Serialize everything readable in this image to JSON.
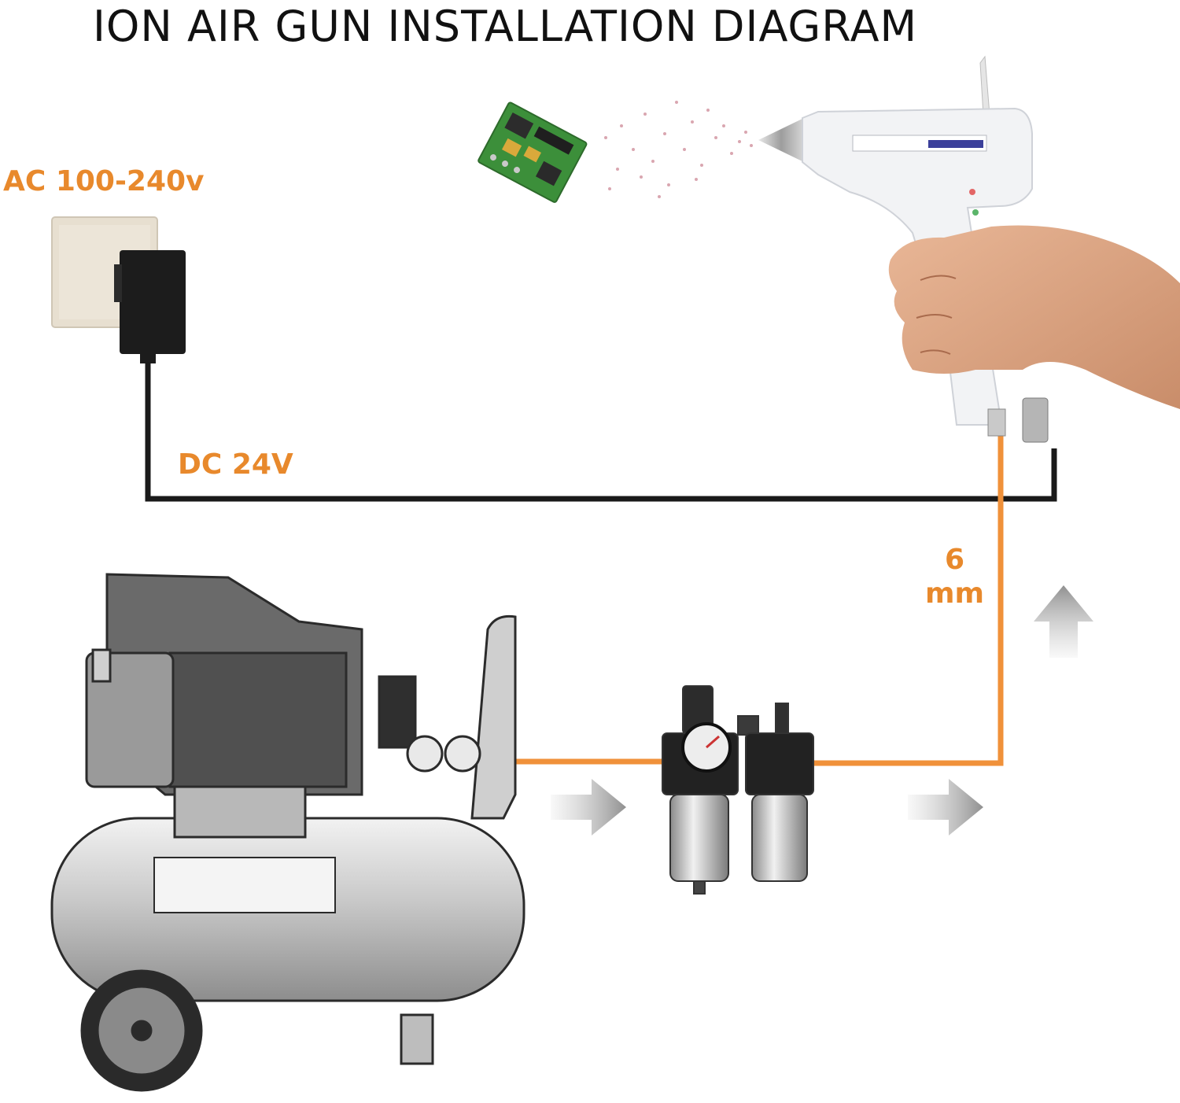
{
  "title": "ION AIR GUN INSTALLATION DIAGRAM",
  "labels": {
    "ac_input": "AC 100-240v",
    "dc_output": "DC 24V",
    "hose_size_value": "6",
    "hose_size_unit": "mm"
  },
  "colors": {
    "label_orange": "#e8892c",
    "air_hose": "#f0913a",
    "power_cable": "#1a1a1a",
    "gun_body": "#f2f3f5",
    "circuit_board": "#3c8f3a"
  },
  "icons": [
    "power-adapter-icon",
    "circuit-board-icon",
    "ion-air-gun-icon",
    "hand-icon",
    "air-compressor-icon",
    "filter-regulator-icon",
    "flow-arrow-icon"
  ]
}
